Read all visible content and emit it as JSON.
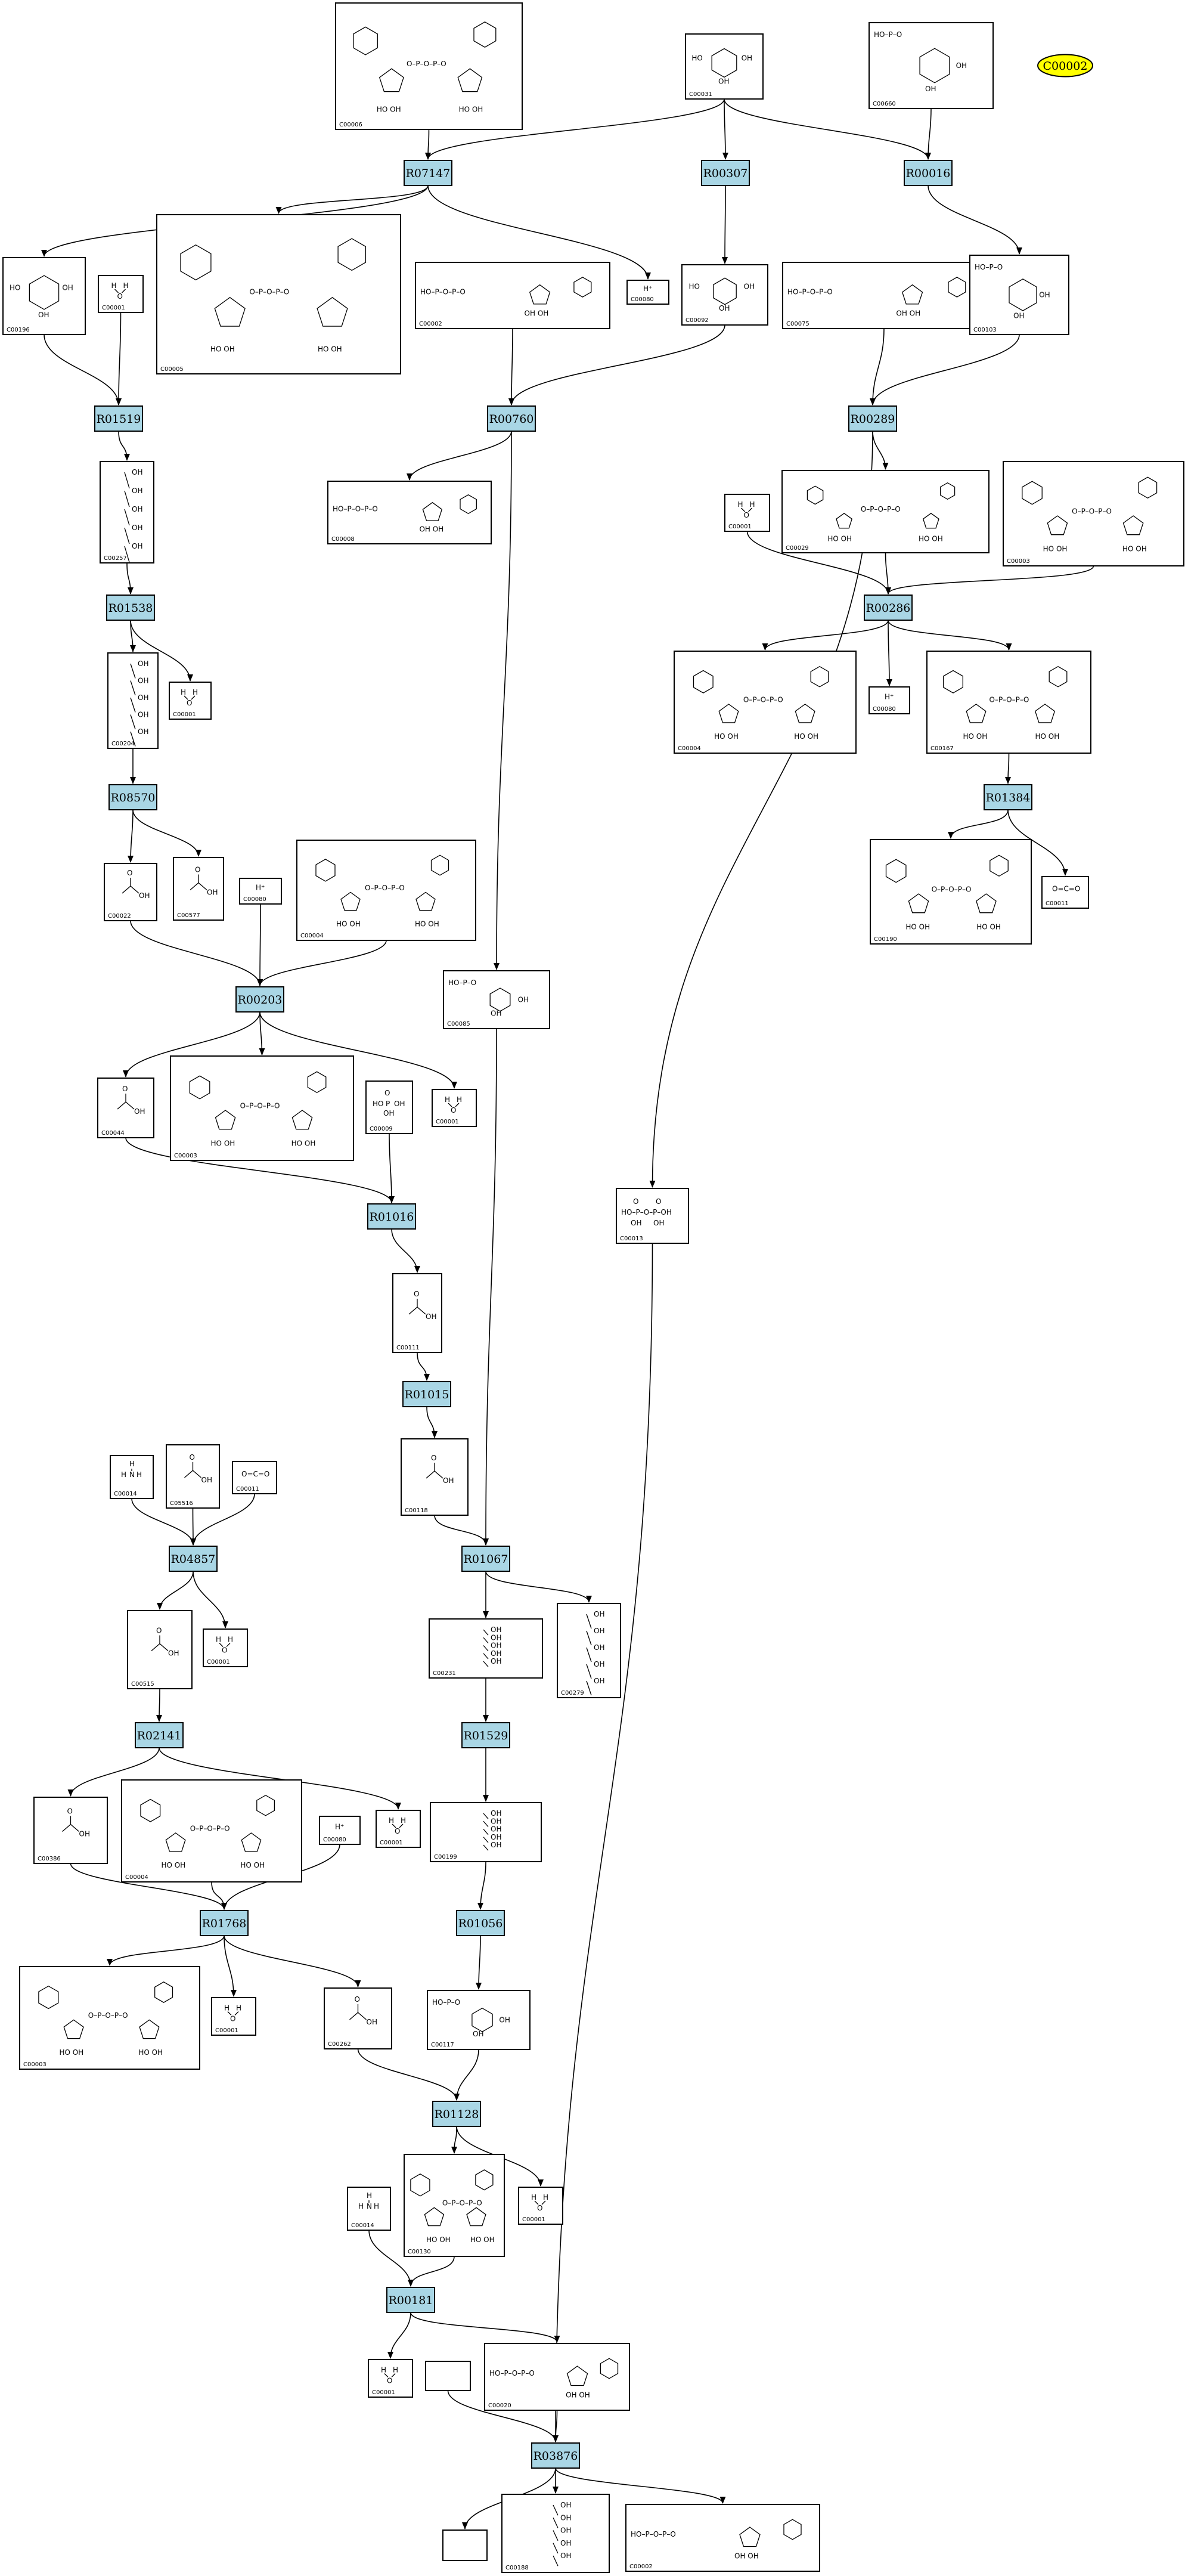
{
  "highlight": {
    "label": "C00002",
    "color": "#ffff00"
  },
  "reaction_color": "#a9d6e5",
  "reactions": [
    {
      "id": "r07147",
      "label": "R07147"
    },
    {
      "id": "r00307",
      "label": "R00307"
    },
    {
      "id": "r00016",
      "label": "R00016"
    },
    {
      "id": "r01519",
      "label": "R01519"
    },
    {
      "id": "r00760",
      "label": "R00760"
    },
    {
      "id": "r00289",
      "label": "R00289"
    },
    {
      "id": "r01538",
      "label": "R01538"
    },
    {
      "id": "r00286",
      "label": "R00286"
    },
    {
      "id": "r08570",
      "label": "R08570"
    },
    {
      "id": "r01384",
      "label": "R01384"
    },
    {
      "id": "r00203",
      "label": "R00203"
    },
    {
      "id": "r01016",
      "label": "R01016"
    },
    {
      "id": "r01015",
      "label": "R01015"
    },
    {
      "id": "r04857",
      "label": "R04857"
    },
    {
      "id": "r01067",
      "label": "R01067"
    },
    {
      "id": "r02141",
      "label": "R02141"
    },
    {
      "id": "r01529",
      "label": "R01529"
    },
    {
      "id": "r01768",
      "label": "R01768"
    },
    {
      "id": "r01056",
      "label": "R01056"
    },
    {
      "id": "r01128",
      "label": "R01128"
    },
    {
      "id": "r00181",
      "label": "R00181"
    },
    {
      "id": "r03876",
      "label": "R03876"
    }
  ],
  "compounds": [
    {
      "id": "c00006",
      "label": "C00006",
      "mol": "nucleotide"
    },
    {
      "id": "c00031",
      "label": "C00031",
      "mol": "sugar"
    },
    {
      "id": "c00660",
      "label": "C00660",
      "mol": "sugarp"
    },
    {
      "id": "c00196",
      "label": "C00196",
      "mol": "sugar"
    },
    {
      "id": "c00001a",
      "label": "C00001",
      "mol": "water"
    },
    {
      "id": "c00005",
      "label": "C00005",
      "mol": "nucleotide"
    },
    {
      "id": "c00002a",
      "label": "C00002",
      "mol": "atp"
    },
    {
      "id": "c00080a",
      "label": "C00080",
      "mol": "proton"
    },
    {
      "id": "c00092",
      "label": "C00092",
      "mol": "sugar"
    },
    {
      "id": "c00075",
      "label": "C00075",
      "mol": "atp"
    },
    {
      "id": "c00103",
      "label": "C00103",
      "mol": "sugarp"
    },
    {
      "id": "c00257",
      "label": "C00257",
      "mol": "chain"
    },
    {
      "id": "c00008",
      "label": "C00008",
      "mol": "atp"
    },
    {
      "id": "c00001b",
      "label": "C00001",
      "mol": "water"
    },
    {
      "id": "c00029",
      "label": "C00029",
      "mol": "nucleotide"
    },
    {
      "id": "c00003a",
      "label": "C00003",
      "mol": "nucleotide"
    },
    {
      "id": "c00204",
      "label": "C00204",
      "mol": "chain"
    },
    {
      "id": "c00001c",
      "label": "C00001",
      "mol": "water"
    },
    {
      "id": "c00004a",
      "label": "C00004",
      "mol": "nucleotide"
    },
    {
      "id": "c00080b",
      "label": "C00080",
      "mol": "proton"
    },
    {
      "id": "c00167",
      "label": "C00167",
      "mol": "nucleotide"
    },
    {
      "id": "c00022",
      "label": "C00022",
      "mol": "small"
    },
    {
      "id": "c00577",
      "label": "C00577",
      "mol": "small"
    },
    {
      "id": "c00080c",
      "label": "C00080",
      "mol": "proton"
    },
    {
      "id": "c00004b",
      "label": "C00004",
      "mol": "nucleotide"
    },
    {
      "id": "c00190",
      "label": "C00190",
      "mol": "nucleotide"
    },
    {
      "id": "c00011a",
      "label": "C00011",
      "mol": "co2"
    },
    {
      "id": "c00085",
      "label": "C00085",
      "mol": "sugarp"
    },
    {
      "id": "c00044",
      "label": "C00044",
      "mol": "small"
    },
    {
      "id": "c00003b",
      "label": "C00003",
      "mol": "nucleotide"
    },
    {
      "id": "c00009a",
      "label": "C00009",
      "mol": "phosphate"
    },
    {
      "id": "c00001d",
      "label": "C00001",
      "mol": "water"
    },
    {
      "id": "c00013",
      "label": "C00013",
      "mol": "ppi"
    },
    {
      "id": "c00111",
      "label": "C00111",
      "mol": "small"
    },
    {
      "id": "c00118",
      "label": "C00118",
      "mol": "small"
    },
    {
      "id": "c00014a",
      "label": "C00014",
      "mol": "ammonia"
    },
    {
      "id": "c05516",
      "label": "C05516",
      "mol": "small"
    },
    {
      "id": "c00011b",
      "label": "C00011",
      "mol": "co2"
    },
    {
      "id": "c00515",
      "label": "C00515",
      "mol": "small"
    },
    {
      "id": "c00001e",
      "label": "C00001",
      "mol": "water"
    },
    {
      "id": "c00231",
      "label": "C00231",
      "mol": "chain"
    },
    {
      "id": "c00279",
      "label": "C00279",
      "mol": "chain"
    },
    {
      "id": "c00386",
      "label": "C00386",
      "mol": "small"
    },
    {
      "id": "c00004c",
      "label": "C00004",
      "mol": "nucleotide"
    },
    {
      "id": "c00080d",
      "label": "C00080",
      "mol": "proton"
    },
    {
      "id": "c00001f",
      "label": "C00001",
      "mol": "water"
    },
    {
      "id": "c00199",
      "label": "C00199",
      "mol": "chain"
    },
    {
      "id": "c00003c",
      "label": "C00003",
      "mol": "nucleotide"
    },
    {
      "id": "c00001g",
      "label": "C00001",
      "mol": "water"
    },
    {
      "id": "c00262",
      "label": "C00262",
      "mol": "small"
    },
    {
      "id": "c00117",
      "label": "C00117",
      "mol": "sugarp"
    },
    {
      "id": "c00130",
      "label": "C00130",
      "mol": "nucleotide"
    },
    {
      "id": "c00001h",
      "label": "C00001",
      "mol": "water"
    },
    {
      "id": "c00014b",
      "label": "C00014",
      "mol": "ammonia"
    },
    {
      "id": "c00001i",
      "label": "C00001",
      "mol": "water"
    },
    {
      "id": "c00020",
      "label": "C00020",
      "mol": "atp"
    },
    {
      "id": "cblank1",
      "label": "",
      "mol": "none"
    },
    {
      "id": "cblank2",
      "label": "",
      "mol": "none"
    },
    {
      "id": "c00188",
      "label": "C00188",
      "mol": "chain"
    },
    {
      "id": "c00002b",
      "label": "C00002",
      "mol": "atp"
    }
  ]
}
